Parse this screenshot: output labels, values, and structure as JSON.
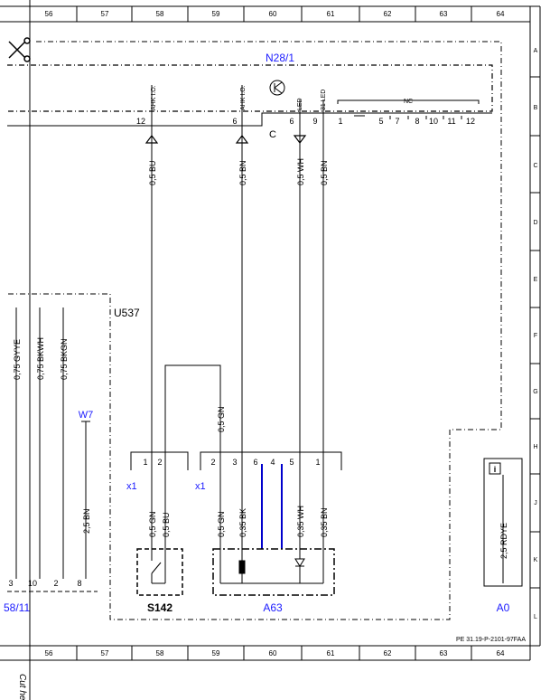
{
  "grid": {
    "columns": [
      "56",
      "57",
      "58",
      "59",
      "60",
      "61",
      "62",
      "63",
      "64"
    ],
    "rows": [
      "A",
      "B",
      "C",
      "D",
      "E",
      "F",
      "G",
      "H",
      "J",
      "K",
      "L"
    ]
  },
  "components": {
    "n28": "N28/1",
    "u537": "U537",
    "w7": "W7",
    "s142": "S142",
    "a63": "A63",
    "a0": "A0",
    "g58": "58/11"
  },
  "connector_labels": {
    "c": "C",
    "x1_left": "x1",
    "x1_right": "x1",
    "nc": "NC"
  },
  "n28_pins": {
    "p12": "12",
    "p6a": "6",
    "p6b": "6",
    "p9": "9",
    "p1": "1",
    "p5": "5",
    "p7": "7",
    "p8": "8",
    "p10": "10",
    "p11": "11",
    "p12b": "12"
  },
  "pin_functions": {
    "ahk1": "AHK I.O.",
    "ahk2": "AHK I.O.",
    "led": "LED",
    "led31": "31 LED"
  },
  "wires": {
    "w1": "0,5 BU",
    "w2": "0,5 BN",
    "w3": "0,5 WH",
    "w4": "0,5 BN",
    "w5": "0,75 GYYE",
    "w6": "0,75 BKWH",
    "w7": "0,75 BKGN",
    "w8": "0,5 GN",
    "w9": "2,5 BN",
    "w10": "0,5 GN",
    "w11": "0,5 BU",
    "w12": "0,5 GN",
    "w13": "0,35 BK",
    "w14": "0,35 WH",
    "w15": "0,35 BN",
    "w16": "2,5 RDYE"
  },
  "x1_left_pins": {
    "p1": "1",
    "p2": "2"
  },
  "x1_right_pins": {
    "p2": "2",
    "p3": "3",
    "p6": "6",
    "p4": "4",
    "p5": "5",
    "p1": "1"
  },
  "bottom_left_pins": {
    "p3": "3",
    "p10": "10",
    "p2": "2",
    "p8": "8"
  },
  "doc_ref": "PE 31.19-P-2101-97FAA",
  "cut_here": "Cut here",
  "colors": {
    "accent": "#1a1aff",
    "line": "#000000",
    "bus": "#0000cc"
  }
}
